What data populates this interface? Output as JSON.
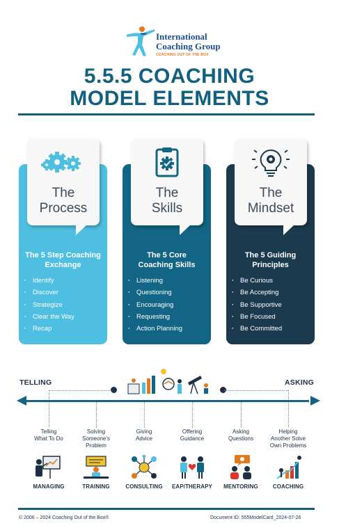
{
  "logo": {
    "line1": "International",
    "line2": "Coaching Group",
    "tagline": "COACHING OUT OF THE BOX"
  },
  "title": {
    "line1": "5.5.5 COACHING",
    "line2": "MODEL ELEMENTS"
  },
  "columns": [
    {
      "word1": "The",
      "word2": "Process",
      "icon": "gears-icon",
      "heading1": "The 5 Step Coaching",
      "heading2": "Exchange",
      "items": [
        "Identify",
        "Discover",
        "Strategize",
        "Clear the Way",
        "Recap"
      ],
      "color": "#4ebfe0"
    },
    {
      "word1": "The",
      "word2": "Skills",
      "icon": "clipboard-gear-icon",
      "heading1": "The 5 Core",
      "heading2": "Coaching Skills",
      "items": [
        "Listening",
        "Questioning",
        "Encouraging",
        "Requesting",
        "Action Planning"
      ],
      "color": "#126584"
    },
    {
      "word1": "The",
      "word2": "Mindset",
      "icon": "lightbulb-gear-icon",
      "heading1": "The 5 Guiding",
      "heading2": "Principles",
      "items": [
        "Be Curious",
        "Be Accepting",
        "Be Supportive",
        "Be Focused",
        "Be Committed"
      ],
      "color": "#1c3a4e"
    }
  ],
  "spectrum": {
    "left": "TELLING",
    "right": "ASKING",
    "stages": [
      {
        "label1": "Telling",
        "label2": "What To Do",
        "label3": "",
        "name": "MANAGING",
        "icon": "presentation-icon"
      },
      {
        "label1": "Solving",
        "label2": "Someone's",
        "label3": "Problem",
        "name": "TRAINING",
        "icon": "trainer-icon"
      },
      {
        "label1": "Giving",
        "label2": "Advice",
        "label3": "",
        "name": "CONSULTING",
        "icon": "network-idea-icon"
      },
      {
        "label1": "Offering",
        "label2": "Guidance",
        "label3": "",
        "name": "EAP/THERAPY",
        "icon": "two-people-heart-icon"
      },
      {
        "label1": "Asking",
        "label2": "Questions",
        "label3": "",
        "name": "MENTORING",
        "icon": "mentor-speech-icon"
      },
      {
        "label1": "Helping",
        "label2": "Another Solve",
        "label3": "Own Problems",
        "name": "COACHING",
        "icon": "growth-chart-icon"
      }
    ]
  },
  "footer": {
    "copyright": "© 2006 – 2024 Coaching Out of the Box®",
    "doc_id": "Document ID: 555ModelCard_2024-07-26"
  },
  "colors": {
    "accent": "#12607f",
    "navy": "#1c2f45",
    "light_blue": "#4ebfe0",
    "orange": "#e07a1f"
  }
}
